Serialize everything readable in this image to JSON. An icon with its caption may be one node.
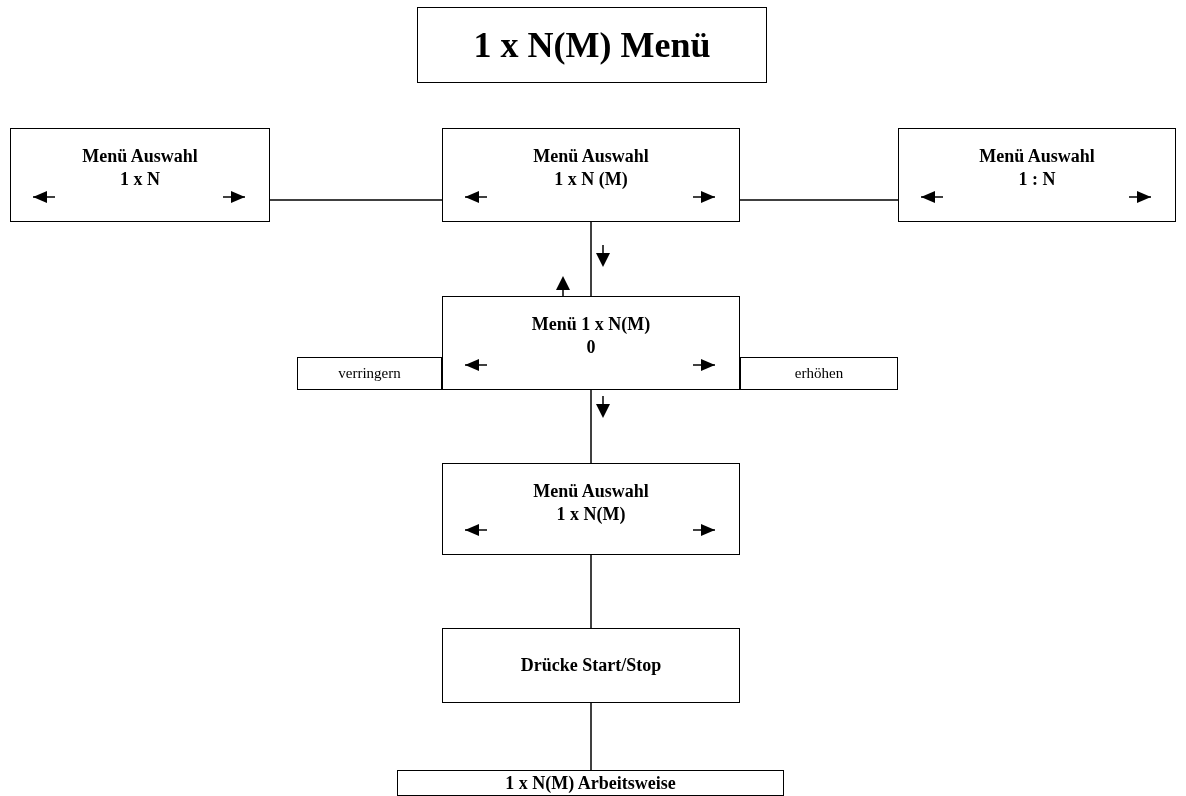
{
  "diagram": {
    "title": "1 x N(M) Menü",
    "nodes": [
      {
        "text": [
          "Menü Auswahl",
          "1 x N"
        ]
      },
      {
        "text": [
          "Menü Auswahl",
          "1 x N (M)"
        ]
      },
      {
        "text": [
          "Menü Auswahl",
          "1 : N"
        ]
      },
      {
        "text": [
          "Menü 1 x N(M)",
          "0"
        ]
      },
      {
        "text": [
          "verringern"
        ]
      },
      {
        "text": [
          "erhöhen"
        ]
      },
      {
        "text": [
          "Menü Auswahl",
          "1 x N(M)"
        ]
      },
      {
        "text": [
          "Drücke Start/Stop"
        ]
      },
      {
        "text": [
          "1 x N(M) Arbeitsweise"
        ]
      }
    ],
    "edges": [
      {
        "from": 0,
        "to": 1,
        "arrow": "none"
      },
      {
        "from": 1,
        "to": 2,
        "arrow": "none"
      },
      {
        "from": 1,
        "to": 3,
        "arrow": "none"
      },
      {
        "from": 3,
        "to": 6,
        "arrow": "none"
      },
      {
        "from": 6,
        "to": 7,
        "arrow": "none"
      },
      {
        "from": 7,
        "to": 8,
        "arrow": "none"
      }
    ]
  }
}
